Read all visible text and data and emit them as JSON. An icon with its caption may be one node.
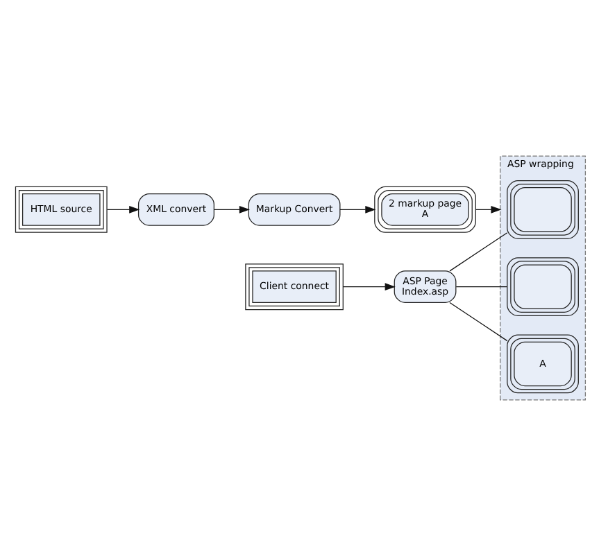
{
  "diagram": {
    "nodes": [
      {
        "text": [
          "HTML source"
        ]
      },
      {
        "text": [
          "XML convert"
        ]
      },
      {
        "text": [
          "Markup Convert"
        ]
      },
      {
        "text": [
          "2 markup page",
          "A"
        ]
      },
      {
        "text": [
          "ASP wrapping"
        ]
      },
      {
        "text": [],
        "shape": "box",
        "in": 4
      },
      {
        "text": [],
        "shape": "box",
        "in": 4
      },
      {
        "text": [
          "A"
        ],
        "in": 4
      },
      {
        "text": [
          "Client connect"
        ]
      },
      {
        "text": [
          "ASP Page",
          "Index.asp"
        ]
      }
    ],
    "edges": [
      {
        "from": 0,
        "to": 1,
        "arrow": "to"
      },
      {
        "from": 1,
        "to": 2,
        "arrow": "to"
      },
      {
        "from": 2,
        "to": 3,
        "arrow": "to"
      },
      {
        "from": 3,
        "to": 4,
        "arrow": "to"
      },
      {
        "from": 8,
        "to": 9,
        "arrow": "to"
      },
      {
        "from": 9,
        "to": 5,
        "arrow": "none"
      },
      {
        "from": 9,
        "to": 6,
        "arrow": "none"
      },
      {
        "from": 9,
        "to": 7,
        "arrow": "none"
      }
    ]
  }
}
